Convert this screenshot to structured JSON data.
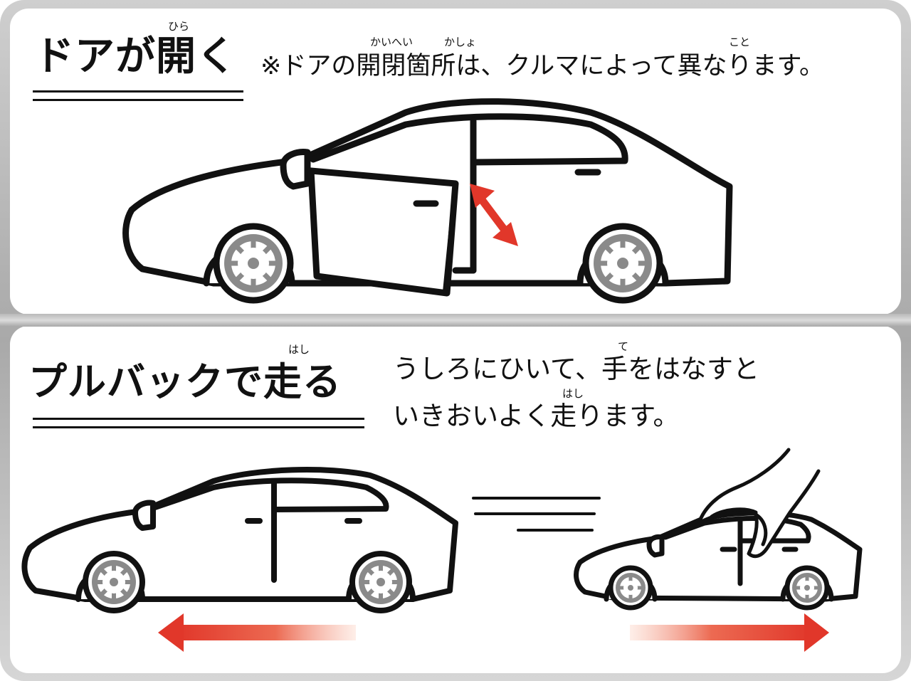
{
  "section_door": {
    "title": "ドアが開く",
    "title_ruby": "ひら",
    "note": "※ドアの開閉箇所は、クルマによって異なります。",
    "note_ruby_kaihei": "かいへい",
    "note_ruby_kasho": "かしょ",
    "note_ruby_koto": "こと"
  },
  "section_pullback": {
    "title": "プルバックで走る",
    "title_ruby": "はし",
    "desc_line1": "うしろにひいて、手をはなすと",
    "desc_line1_ruby": "て",
    "desc_line2": "いきおいよく走ります。",
    "desc_line2_ruby": "はし"
  },
  "colors": {
    "ink": "#111111",
    "wheel": "#8a8a8a",
    "arrow_red": "#e1372a",
    "frame_gray": "#b5b5b5"
  },
  "icons": {
    "door_arrow": "double-arrow-icon",
    "back_arrow": "left-arrow-icon",
    "forward_arrow": "right-arrow-icon",
    "hand": "hand-icon",
    "speed_lines": "speed-lines-icon"
  }
}
